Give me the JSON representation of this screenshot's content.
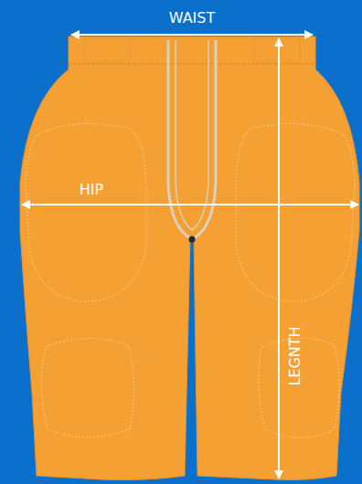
{
  "diagram": {
    "labels": [
      "WAIST",
      "HIP",
      "LEGNTH"
    ]
  }
}
